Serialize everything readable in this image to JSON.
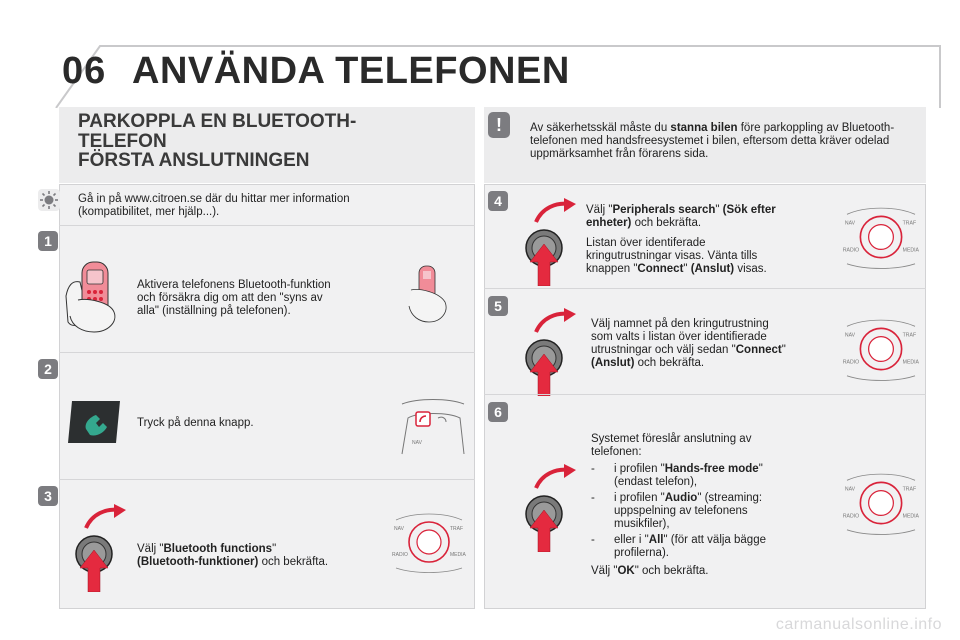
{
  "header": {
    "chapter_number": "06",
    "chapter_title": "ANVÄNDA TELEFONEN"
  },
  "section": {
    "title_line1": "PARKOPPLA EN BLUETOOTH-",
    "title_line2": "TELEFON",
    "subtitle": "FÖRSTA ANSLUTNINGEN"
  },
  "warning": {
    "text_pre": "Av säkerhetsskäl måste du ",
    "text_bold": "stanna bilen",
    "text_post": " före parkoppling av Bluetooth-telefonen med handsfreesystemet i bilen, eftersom detta kräver odelad uppmärksamhet från förarens sida."
  },
  "info": {
    "line1": "Gå in på www.citroen.se där du hittar mer information",
    "line2": "(kompatibilitet, mer hjälp...)."
  },
  "steps": {
    "s1": {
      "num": "1",
      "line1": "Aktivera telefonens Bluetooth-funktion",
      "line2": "och försäkra dig om att den \"syns av",
      "line3": "alla\" (inställning på telefonen)."
    },
    "s2": {
      "num": "2",
      "line1": "Tryck på denna knapp."
    },
    "s3": {
      "num": "3",
      "pre": "Välj \"",
      "bold1": "Bluetooth functions",
      "mid": "\"",
      "bold2": "(Bluetooth-funktioner)",
      "post": " och bekräfta."
    },
    "s4": {
      "num": "4",
      "pre": "Välj \"",
      "bold1": "Peripherals search",
      "mid": "\" ",
      "bold2": "(Sök efter",
      "bold3": "enheter)",
      "post": " och bekräfta.",
      "p2_line1": "Listan över identiferade",
      "p2_line2": "kringutrustningar visas. Vänta tills",
      "p2_pre": "knappen \"",
      "p2_bold1": "Connect",
      "p2_mid": "\" ",
      "p2_bold2": "(Anslut)",
      "p2_post": " visas."
    },
    "s5": {
      "num": "5",
      "line1": "Välj namnet på den kringutrustning",
      "line2": "som valts i listan över identifierade",
      "line3_pre": "utrustningar och välj sedan \"",
      "line3_bold": "Connect",
      "line3_post": "\"",
      "line4_bold": "(Anslut)",
      "line4_post": " och bekräfta."
    },
    "s6": {
      "num": "6",
      "intro1": "Systemet föreslår anslutning av",
      "intro2": "telefonen:",
      "b1_pre": "i profilen \"",
      "b1_bold": "Hands-free mode",
      "b1_post": "\"",
      "b1_line2": "(endast telefon),",
      "b2_pre": "i profilen \"",
      "b2_bold": "Audio",
      "b2_post": "\" (streaming:",
      "b2_line2": "uppspelning av telefonens",
      "b2_line3": "musikfiler),",
      "b3_pre": "eller i \"",
      "b3_bold": "All",
      "b3_post": "\" (för att välja bägge",
      "b3_line2": "profilerna).",
      "confirm_pre": "Välj \"",
      "confirm_bold": "OK",
      "confirm_post": "\" och bekräfta.",
      "dash": "-"
    }
  },
  "dial_labels": {
    "nav": "NAV",
    "traf": "TRAF",
    "radio": "RADIO",
    "media": "MEDIA"
  },
  "footer": {
    "watermark": "carmanualsonline.info"
  },
  "colors": {
    "accent_red": "#d9233a",
    "panel_grey": "#ececed",
    "badge_grey": "#7c7c80"
  }
}
